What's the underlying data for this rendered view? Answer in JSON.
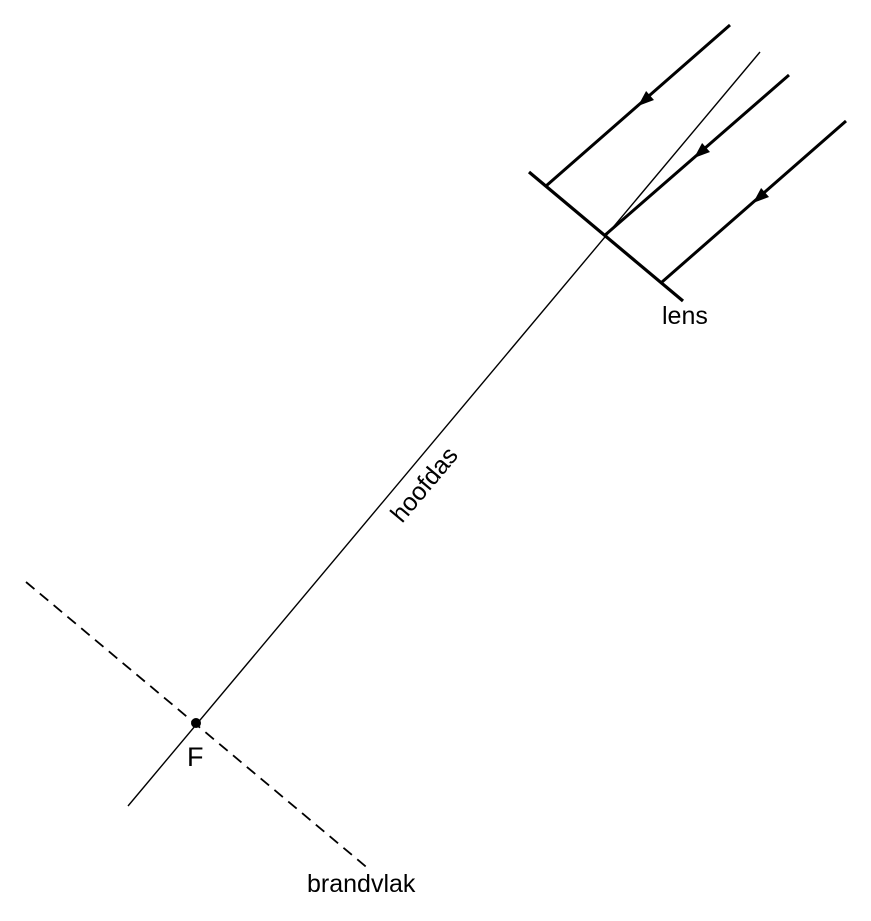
{
  "labels": {
    "lens": "lens",
    "principal_axis": "hoofdas",
    "focal_point": "F",
    "focal_plane": "brandvlak"
  },
  "colors": {
    "line": "#000000",
    "background": "#ffffff"
  }
}
